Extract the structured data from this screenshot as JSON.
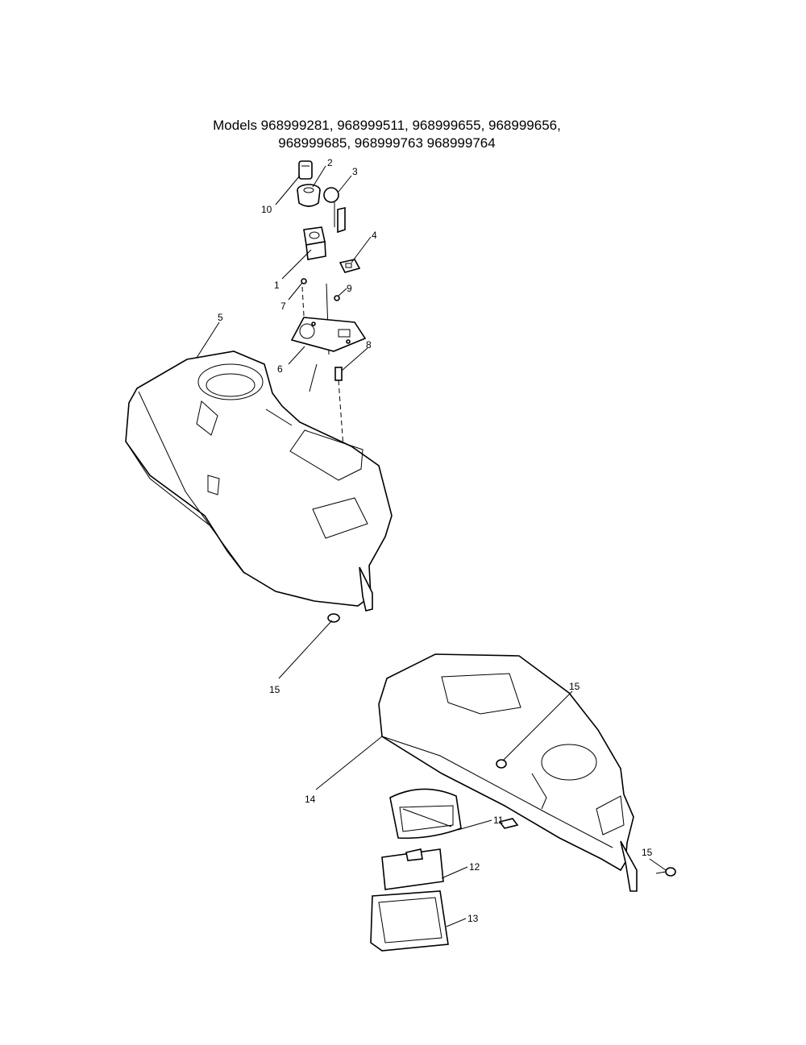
{
  "title": {
    "line1": "Models 968999281, 968999511, 968999655, 968999656,",
    "line2": "968999685, 968999763 968999764"
  },
  "callouts": {
    "c1": "1",
    "c2": "2",
    "c3": "3",
    "c4": "4",
    "c5": "5",
    "c6": "6",
    "c7": "7",
    "c8": "8",
    "c9": "9",
    "c10": "10",
    "c11": "11",
    "c12": "12",
    "c13": "13",
    "c14": "14",
    "c15a": "15",
    "c15b": "15",
    "c15c": "15"
  }
}
